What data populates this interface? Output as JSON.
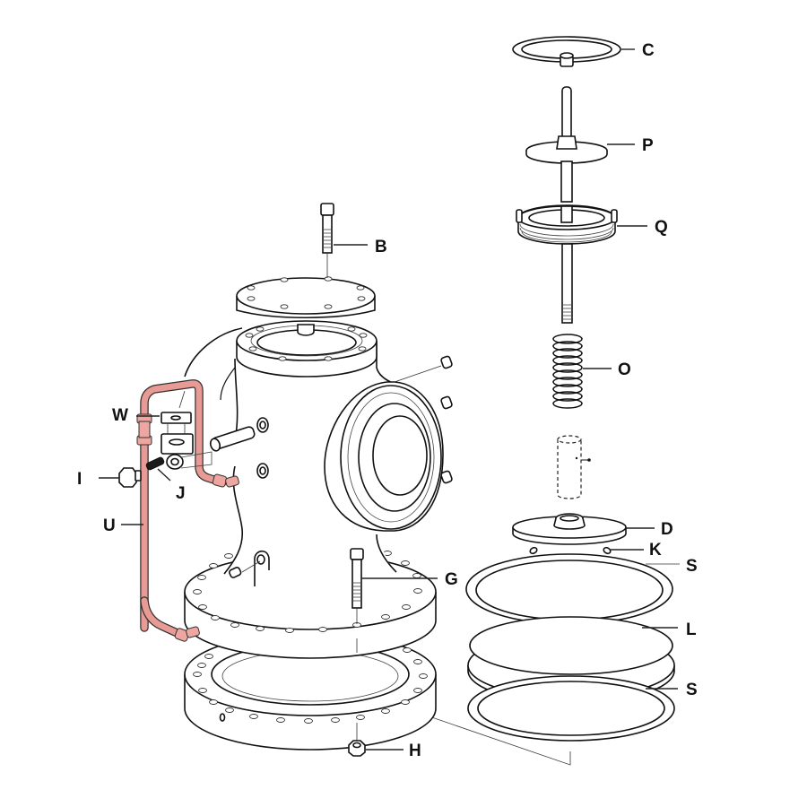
{
  "diagram": {
    "type": "exploded-parts-view",
    "subject": "valve assembly",
    "colors": {
      "line": "#111111",
      "background": "#ffffff",
      "pipe_highlight": "#e89a94"
    },
    "callouts": [
      {
        "id": "C",
        "label": "C",
        "part": "retaining ring"
      },
      {
        "id": "P",
        "label": "P",
        "part": "stem with disc"
      },
      {
        "id": "Q",
        "label": "Q",
        "part": "threaded cover ring"
      },
      {
        "id": "O",
        "label": "O",
        "part": "spring"
      },
      {
        "id": "B",
        "label": "B",
        "part": "cap screw"
      },
      {
        "id": "D",
        "label": "D",
        "part": "disc"
      },
      {
        "id": "K",
        "label": "K",
        "part": "pins"
      },
      {
        "id": "S1",
        "label": "S",
        "part": "seal ring (upper)"
      },
      {
        "id": "L",
        "label": "L",
        "part": "diaphragm"
      },
      {
        "id": "S2",
        "label": "S",
        "part": "seal ring (lower)"
      },
      {
        "id": "G",
        "label": "G",
        "part": "stud bolt"
      },
      {
        "id": "H",
        "label": "H",
        "part": "hex nut"
      },
      {
        "id": "W",
        "label": "W",
        "part": "filter/screen plate"
      },
      {
        "id": "I",
        "label": "I",
        "part": "plug"
      },
      {
        "id": "J",
        "label": "J",
        "part": "set screw"
      },
      {
        "id": "U",
        "label": "U",
        "part": "pilot tubing"
      }
    ]
  }
}
